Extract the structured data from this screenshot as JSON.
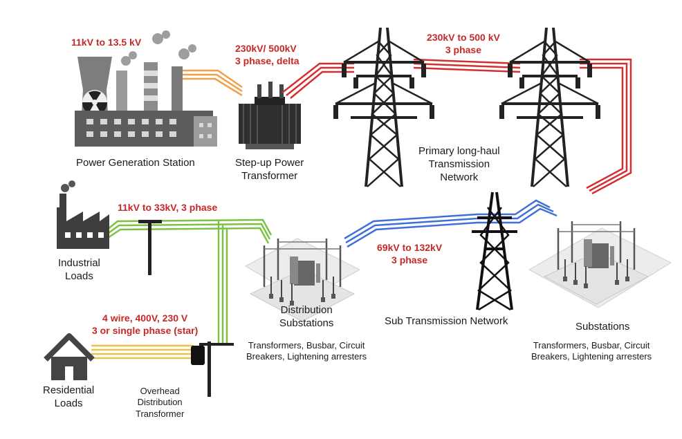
{
  "voltages": {
    "generation": "11kV to 13.5 kV",
    "stepup_line1": "230kV/ 500kV",
    "stepup_line2": "3 phase, delta",
    "primary_line1": "230kV to 500 kV",
    "primary_line2": "3 phase",
    "industrial": "11kV to 33kV, 3 phase",
    "subtrans_line1": "69kV to 132kV",
    "subtrans_line2": "3 phase",
    "residential_line1": "4 wire, 400V, 230 V",
    "residential_line2": "3 or single phase (star)"
  },
  "labels": {
    "power_station": "Power Generation Station",
    "stepup_line1": "Step-up Power",
    "stepup_line2": "Transformer",
    "primary_line1": "Primary long-haul",
    "primary_line2": "Transmission",
    "primary_line3": "Network",
    "industrial_line1": "Industrial",
    "industrial_line2": "Loads",
    "dist_sub_line1": "Distribution",
    "dist_sub_line2": "Substations",
    "dist_sub_detail1": "Transformers, Busbar, Circuit",
    "dist_sub_detail2": "Breakers, Lightening arresters",
    "subtrans_net": "Sub Transmission Network",
    "substations": "Substations",
    "sub_detail1": "Transformers, Busbar, Circuit",
    "sub_detail2": "Breakers, Lightening arresters",
    "residential_line1": "Residential",
    "residential_line2": "Loads",
    "overhead_line1": "Overhead",
    "overhead_line2": "Distribution",
    "overhead_line3": "Transformer"
  },
  "colors": {
    "generation_line": "#f0a048",
    "primary_line": "#d32f2f",
    "subtrans_line": "#3f6fd8",
    "distribution_line": "#7cc242",
    "residential_line": "#e8c34a",
    "voltage_text": "#c62828"
  }
}
